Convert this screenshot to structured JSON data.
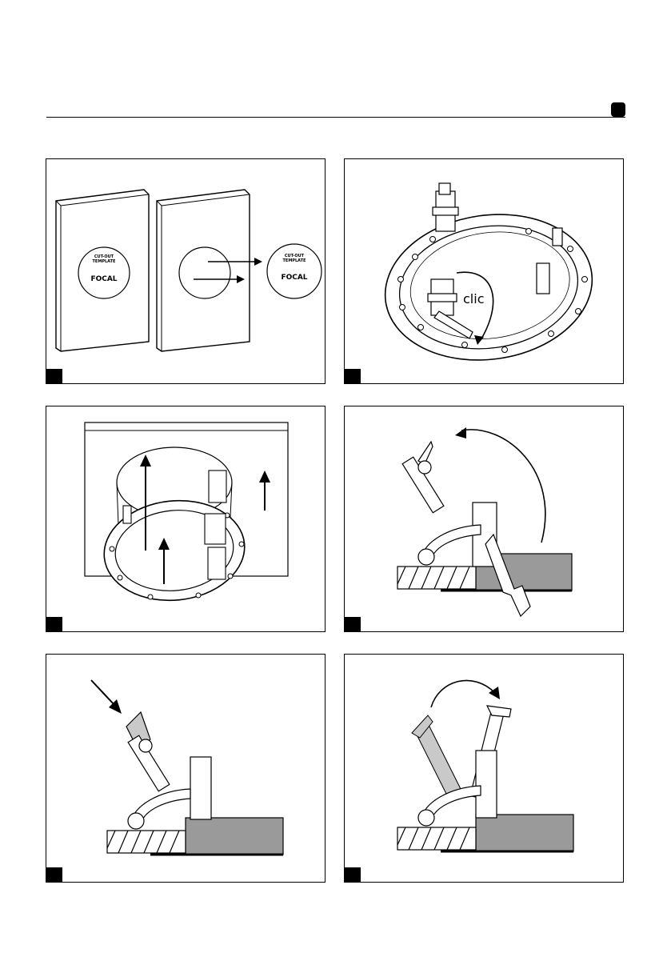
{
  "panels": [
    {
      "id": 1,
      "template_title_line1": "CUT-OUT",
      "template_title_line2": "TEMPLATE",
      "brand": "FOCAL"
    },
    {
      "id": 2,
      "sound_label": "clic"
    },
    {
      "id": 3
    },
    {
      "id": 4
    },
    {
      "id": 5
    },
    {
      "id": 6
    }
  ]
}
